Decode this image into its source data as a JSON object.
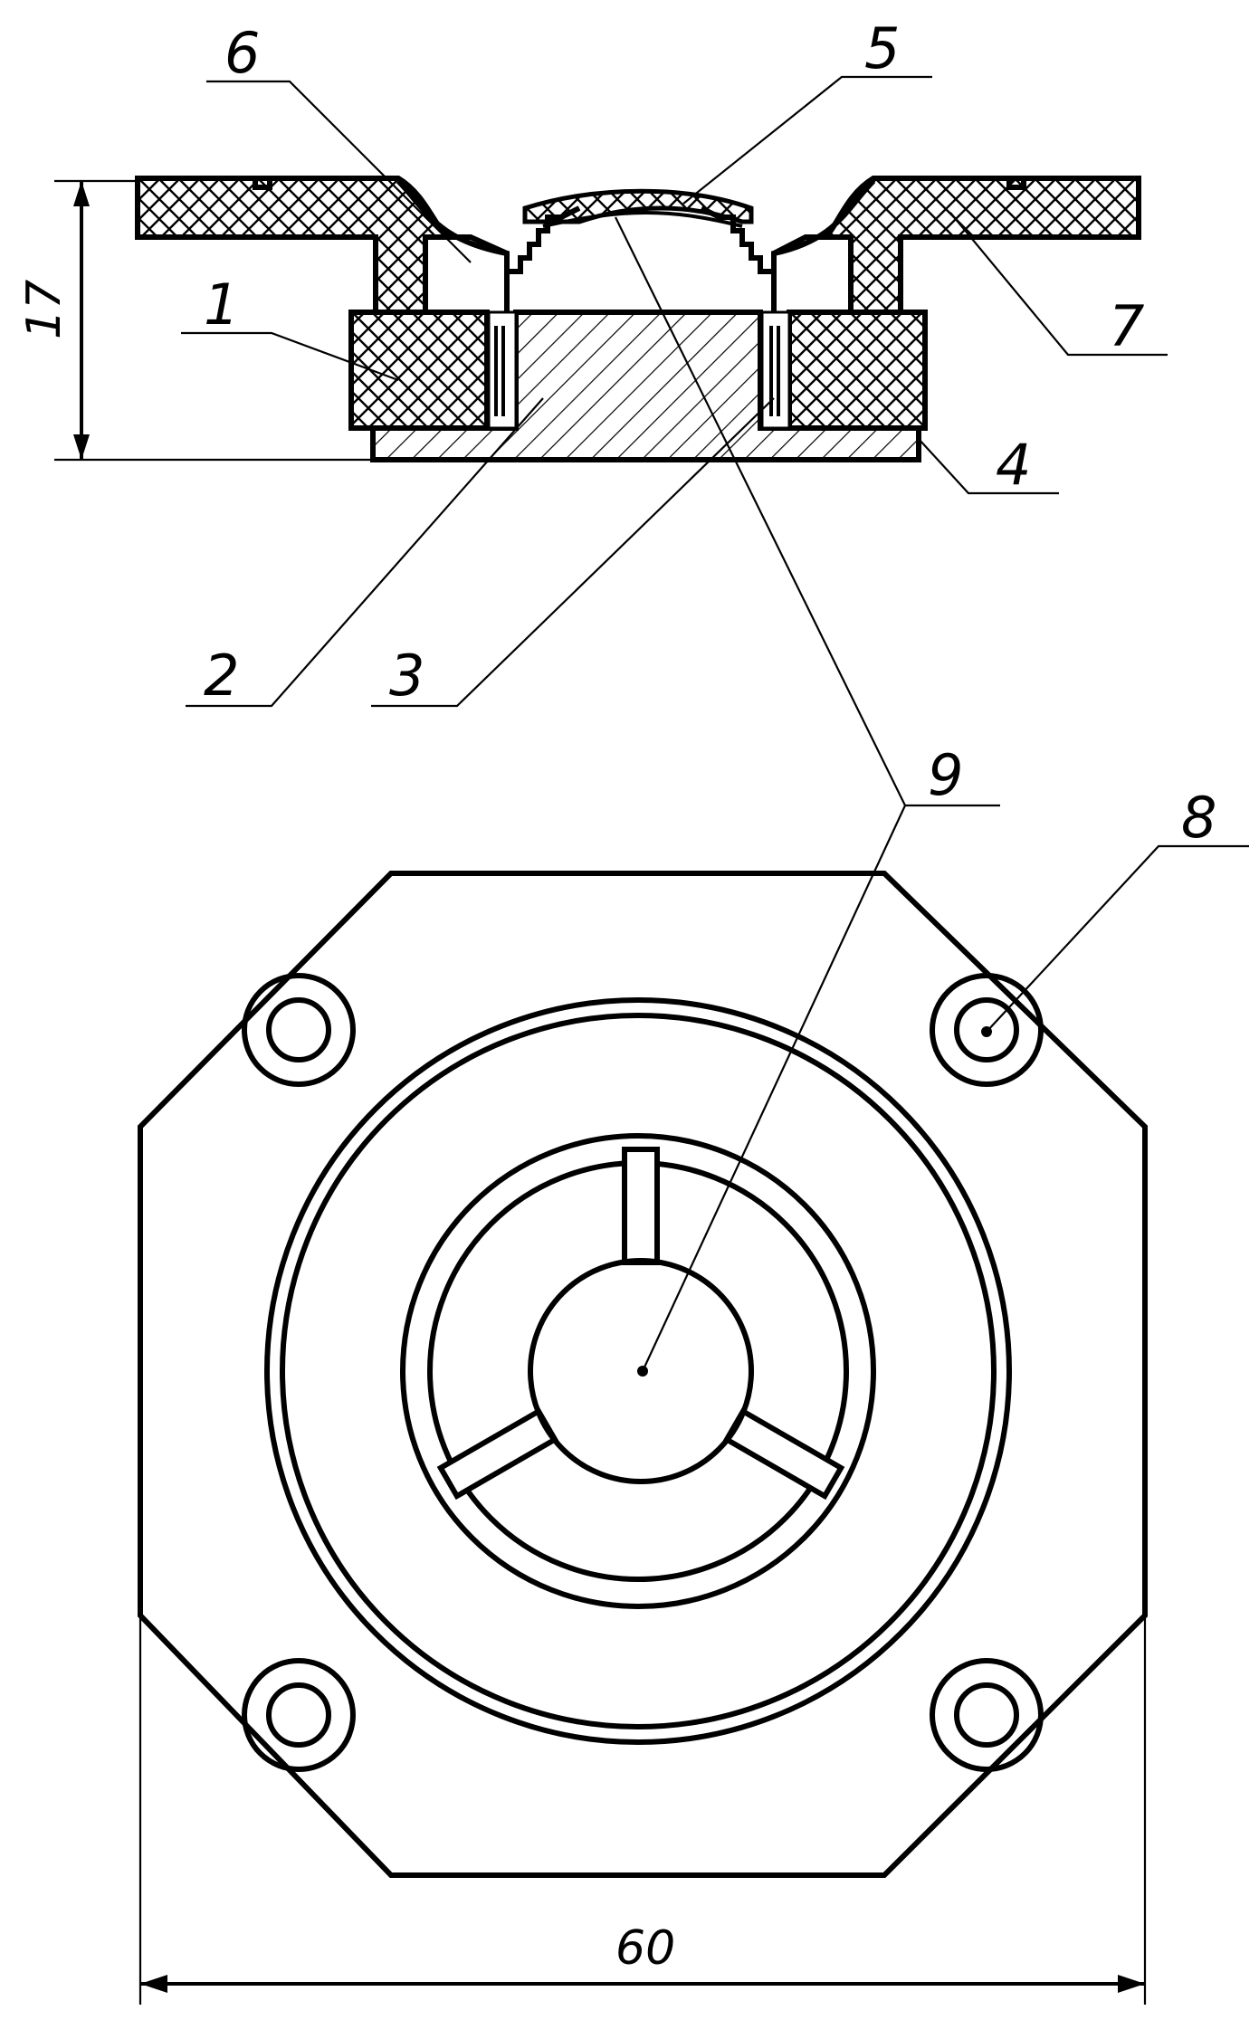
{
  "labels": {
    "part1": "1",
    "part2": "2",
    "part3": "3",
    "part4": "4",
    "part5": "5",
    "part6": "6",
    "part7": "7",
    "part8": "8",
    "part9": "9"
  },
  "dimensions": {
    "height": "17",
    "width": "60"
  }
}
